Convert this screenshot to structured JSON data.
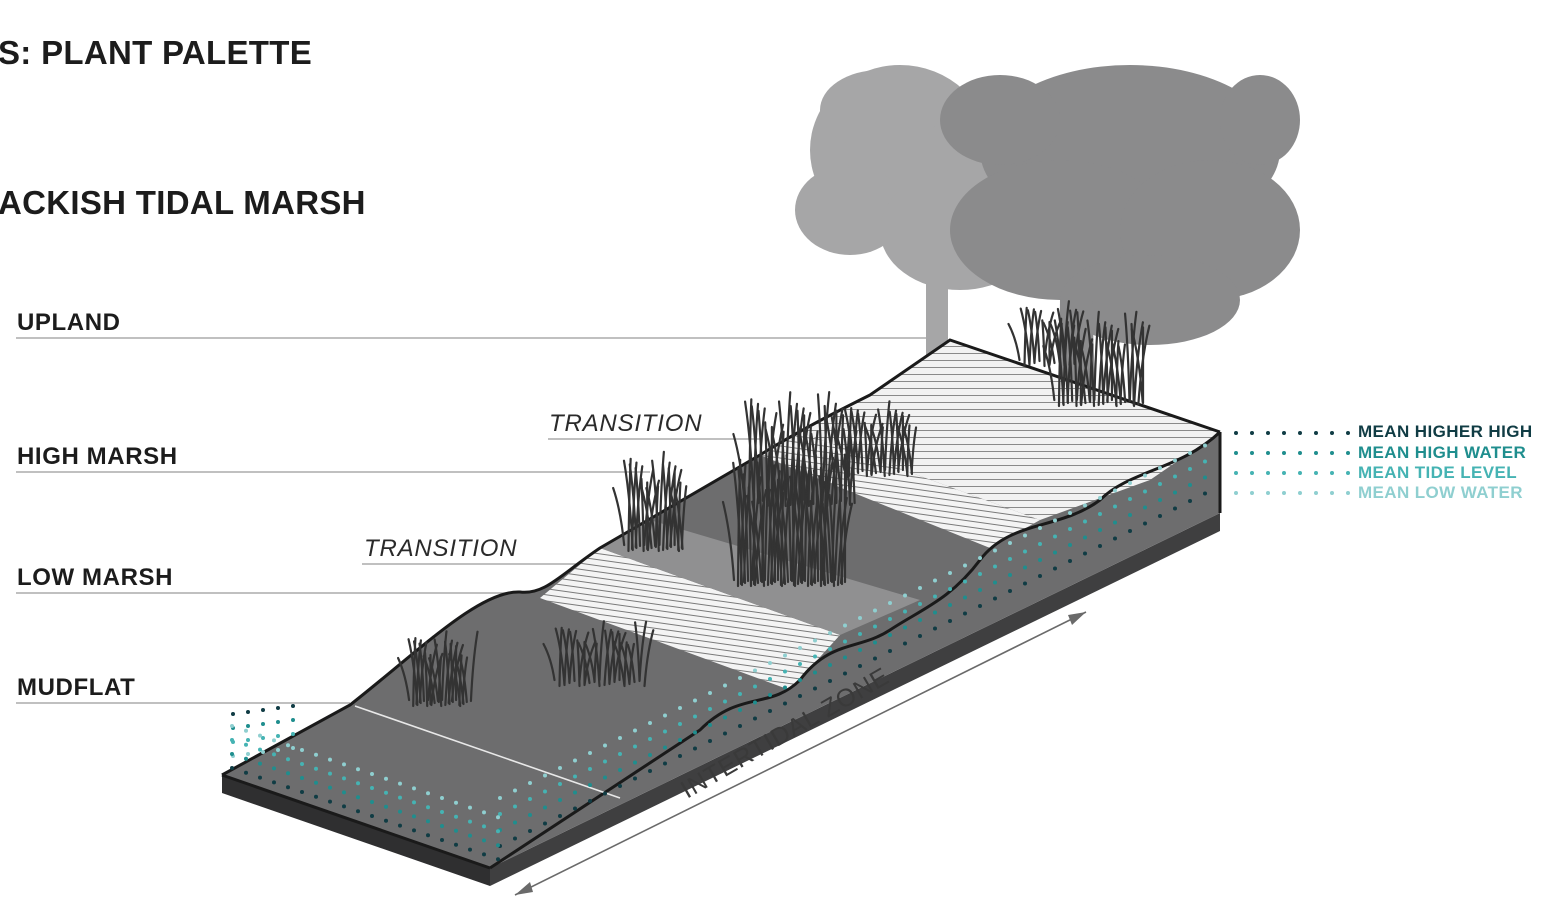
{
  "header": {
    "title_line_1": "S: PLANT PALETTE",
    "title_line_2": "ACKISH TIDAL MARSH"
  },
  "zones": {
    "upland": "UPLAND",
    "high_marsh": "HIGH MARSH",
    "low_marsh": "LOW MARSH",
    "mudflat": "MUDFLAT",
    "transition_upper": "TRANSITION",
    "transition_lower": "TRANSITION",
    "intertidal": "INTERTIDAL ZONE"
  },
  "tide_levels": [
    {
      "label": "MEAN HIGHER HIGH",
      "color": "#103c44"
    },
    {
      "label": "MEAN HIGH WATER",
      "color": "#1f8e8e"
    },
    {
      "label": "MEAN TIDE LEVEL",
      "color": "#45b3b3"
    },
    {
      "label": "MEAN LOW WATER",
      "color": "#8fcfd0"
    }
  ],
  "colors": {
    "slab_top": "#6f6f70",
    "slab_front": "#575758",
    "slab_side": "#4a4a4b",
    "tree": "#8e8e8f",
    "grass": "#3a3a3a",
    "line": "#9a9a9a"
  }
}
